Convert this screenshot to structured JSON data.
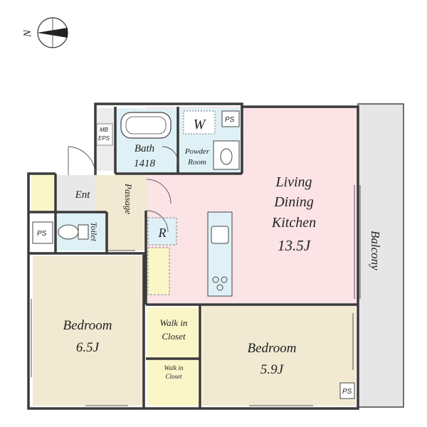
{
  "compass": {
    "letter": "N",
    "icon": "compass-arrow-icon"
  },
  "rooms": {
    "ldk": {
      "line1": "Living",
      "line2": "Dining",
      "line3": "Kitchen",
      "size": "13.5J"
    },
    "bath": {
      "name": "Bath",
      "size": "1418"
    },
    "powder": {
      "line1": "Powder",
      "line2": "Room"
    },
    "washer": "W",
    "mbeps": {
      "line1": "MB",
      "line2": "EPS"
    },
    "entrance": "Ent",
    "passage": "Passage",
    "toilet": "Toilet",
    "fridge": "R",
    "bedroom_left": {
      "name": "Bedroom",
      "size": "6.5J"
    },
    "bedroom_right": {
      "name": "Bedroom",
      "size": "5.9J"
    },
    "closet1": {
      "line1": "Walk in",
      "line2": "Closet"
    },
    "closet2": {
      "line1": "Walk in",
      "line2": "Closet"
    },
    "ps_top": "PS",
    "ps_left": "PS",
    "ps_br": "PS",
    "balcony": "Balcony"
  },
  "colors": {
    "ldk": "#fbe3e6",
    "wet": "#dff1f6",
    "beige": "#f1e9d1",
    "grey": "#e8e8e8",
    "yellow": "#fbf6c8",
    "balcony": "#e6e6e6",
    "wall": "#3a3a3a"
  }
}
